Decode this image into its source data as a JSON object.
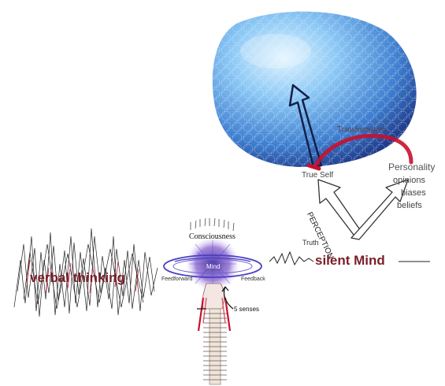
{
  "labels": {
    "transformation": "Transformation",
    "true_self": "True Self",
    "personality": "Personality",
    "opinions": "opinions",
    "biases": "biases",
    "beliefs": "beliefs",
    "perception": "PERCEPTION",
    "truth": "Truth",
    "silent_mind": "silent Mind",
    "verbal_thinking": "verbal thinking",
    "consciousness": "Consciousness",
    "mind": "Mind",
    "feedforward": "Feedforward",
    "feedback": "Feedback",
    "senses": "5 senses"
  },
  "colors": {
    "sphere_light": "#bfe6ff",
    "sphere_mid": "#5aa6e6",
    "sphere_dark": "#2b4fa6",
    "accent_red": "#c8102e",
    "text_maroon": "#7a1e28",
    "purple": "#6a3fc0"
  }
}
